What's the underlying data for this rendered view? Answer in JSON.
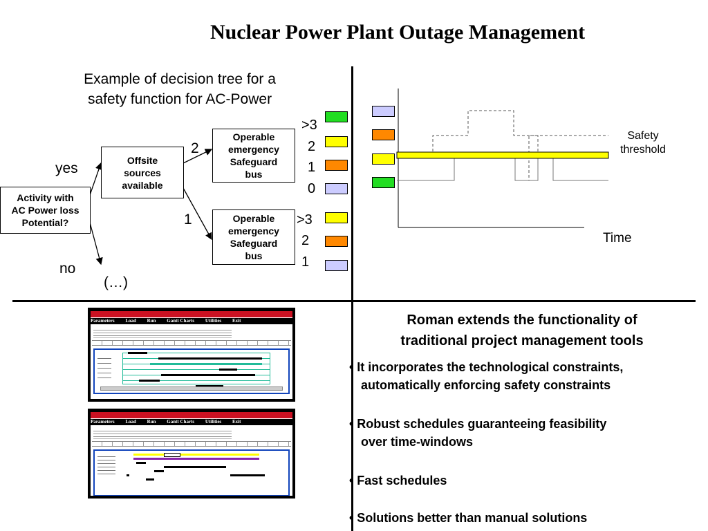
{
  "title": "Nuclear Power Plant Outage Management",
  "tree": {
    "subtitle_line1": "Example of decision tree for a",
    "subtitle_line2": "safety function for AC-Power",
    "root_line1": "Activity with",
    "root_line2": "AC Power loss",
    "root_line3": "Potential?",
    "yes": "yes",
    "no": "no",
    "offsite_line1": "Offsite",
    "offsite_line2": "sources",
    "offsite_line3": "available",
    "ellipsis": "(…)",
    "branch_2": "2",
    "branch_1": "1",
    "bus_line1": "Operable",
    "bus_line2": "emergency",
    "bus_line3": "Safeguard",
    "bus_line4": "bus",
    "levels_top": [
      ">3",
      "2",
      "1",
      "0"
    ],
    "levels_bottom": [
      ">3",
      "2",
      "1"
    ]
  },
  "timeline": {
    "safety_label_line1": "Safety",
    "safety_label_line2": "threshold",
    "time_label": "Time"
  },
  "screenshots": {
    "menu": [
      "Parameters",
      "Load",
      "Run",
      "Gantt Charts",
      "Utilities",
      "Exit"
    ]
  },
  "roman": {
    "heading_line1": "Roman extends the functionality of",
    "heading_line2": "traditional project management tools",
    "b1_line1": "• It incorporates the technological constraints,",
    "b1_line2": "automatically enforcing safety constraints",
    "b2_line1": "• Robust schedules guaranteeing feasibility",
    "b2_line2": "over time-windows",
    "b3": "• Fast schedules",
    "b4": "• Solutions better than manual solutions"
  },
  "colors": {
    "green": "#22dd22",
    "yellow": "#ffff00",
    "orange": "#ff8800",
    "lavender": "#ccccff",
    "menu_red": "#cc1122",
    "panel_blue": "#1144bb",
    "teal": "#22bb99"
  }
}
